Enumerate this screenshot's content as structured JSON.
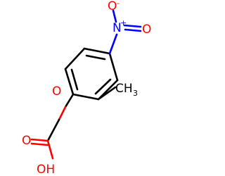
{
  "molecule": {
    "labels": {
      "nitro_n": "N",
      "nitro_n_charge": "+",
      "nitro_o_top": "O",
      "nitro_o_top_charge": "-",
      "nitro_o_right": "O",
      "ether_o": "O",
      "carbonyl_o": "O",
      "hydroxyl": "OH",
      "methyl_c": "CH",
      "methyl_sub": "3"
    },
    "colors": {
      "carbon": "#000000",
      "oxygen": "#ff0000",
      "nitrogen": "#0000ff"
    }
  }
}
